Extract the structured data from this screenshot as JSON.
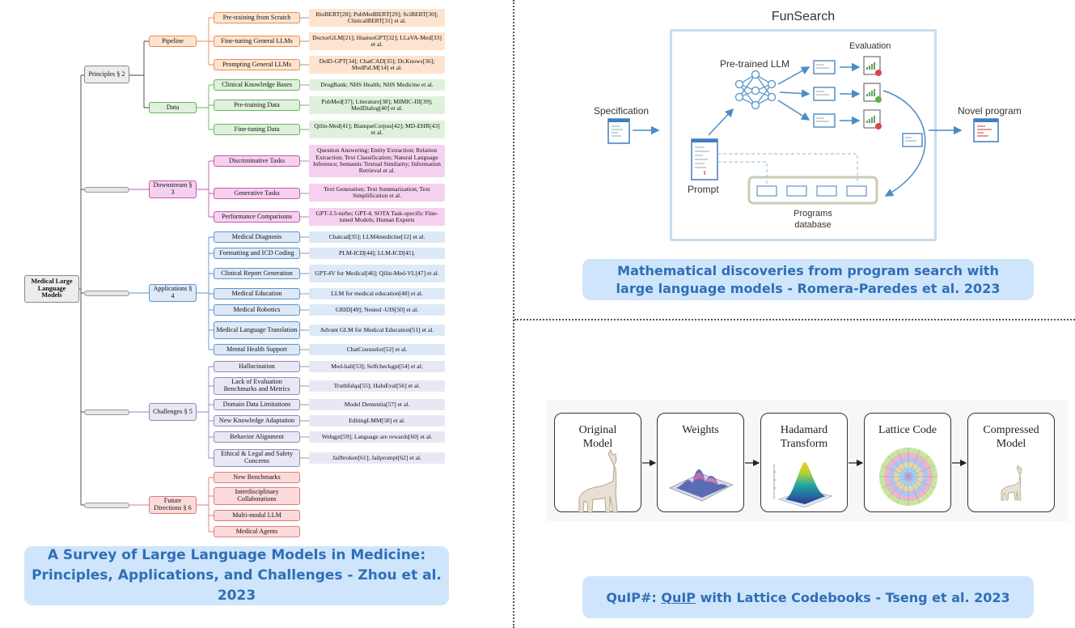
{
  "survey": {
    "root": "Medical Large Language Models",
    "sections": {
      "principles": "Principles § 2",
      "downstream": "Downstream § 3",
      "applications": "Applications § 4",
      "challenges": "Challenges § 5",
      "future": "Future Directions § 6"
    },
    "subs": {
      "pipeline": "Pipeline",
      "data": "Data"
    },
    "pipeline_items": [
      {
        "label": "Pre-training from Scratch",
        "refs": "BioBERT[28]; PubMedBERT[29]; SciBERT[30]; ClinicalBERT[31] et al."
      },
      {
        "label": "Fine-tuning General LLMs",
        "refs": "DoctorGLM[21]; HuatuoGPT[32]; LLaVA-Med[33] et al."
      },
      {
        "label": "Prompting General LLMs",
        "refs": "DelD-GPT[34]; ChatCAD[35]; Dr.Knows[36]; MedPaLM[14] et al."
      }
    ],
    "data_items": [
      {
        "label": "Clinical Knowledge Bases",
        "refs": "DrugBank; NHS Health; NHS Medicine et al."
      },
      {
        "label": "Pre-training Data",
        "refs": "PubMed[37]; Literature[38]; MIMIC-III[39]; MedDialog[40] et al."
      },
      {
        "label": "Fine-tuning Data",
        "refs": "Qilin-Med[41]; BianqueCorpus[42]; MD-EHR[43] et al."
      }
    ],
    "downstream_items": [
      {
        "label": "Discriminative Tasks",
        "refs": "Question Answering; Entity Extraction; Relation Extraction; Text Classification; Natural Language Inference; Semantic Textual Similarity; Information Retrieval et al."
      },
      {
        "label": "Generative Tasks",
        "refs": "Text Generation; Text Summarization; Text Simplification et al."
      },
      {
        "label": "Performance Comparisons",
        "refs": "GPT-3.5-turbo; GPT-4; SOTA Task-specific Fine-tuned Models; Human Experts"
      }
    ],
    "applications_items": [
      {
        "label": "Medical Diagnosis",
        "refs": "Chatcad[35]; LLM4medicine[12] et al."
      },
      {
        "label": "Formatting and ICD Coding",
        "refs": "PLM-ICD[44]; LLM-ICD[45]."
      },
      {
        "label": "Clinical Report Generation",
        "refs": "GPT-4V for Medical[46]; Qilin-Med-VL[47] et al."
      },
      {
        "label": "Medical Education",
        "refs": "LLM for medical education[48] et al."
      },
      {
        "label": "Medical Robotics",
        "refs": "GRID[49]; Nested -UIS[50] et al."
      },
      {
        "label": "Medical Language Translation",
        "refs": "Advant GLM for Medical Education[51] et al."
      },
      {
        "label": "Mental Health Support",
        "refs": "ChatCounselor[52] et al."
      }
    ],
    "challenges_items": [
      {
        "label": "Hallucination",
        "refs": "Med-halt[53]; Selfcheckgpt[54] et al;"
      },
      {
        "label": "Lack of Evaluation Benchmarks and Metrics",
        "refs": "Truthfulqa[55]; HaluEval[56] et al."
      },
      {
        "label": "Domain Data Limitations",
        "refs": "Model Dementia[57] et al."
      },
      {
        "label": "New Knowledge Adaptation",
        "refs": "EditingLMM[58] et al."
      },
      {
        "label": "Behavior Alignment",
        "refs": "Webgpt[59]; Language are rewards[60] et al."
      },
      {
        "label": "Ethical & Legal and Safety Concerns",
        "refs": "Jailbroken[61]; Jailprompt[62] et al."
      }
    ],
    "future_items": [
      "New Benchmarks",
      "Interdisciplinary Collaborations",
      "Multi-modal LLM",
      "Medical Agents"
    ],
    "caption_line1": "A Survey of Large Language Models in Medicine:",
    "caption_line2": "Principles, Applications, and Challenges - Zhou et al. 2023"
  },
  "funsearch": {
    "title": "FunSearch",
    "evaluation": "Evaluation",
    "llm": "Pre-trained LLM",
    "specification": "Specification",
    "novel_program": "Novel program",
    "prompt": "Prompt",
    "programs_line1": "Programs",
    "programs_line2": "database",
    "caption_line1": "Mathematical discoveries from program search with",
    "caption_line2": "large language models - Romera-Paredes et al. 2023"
  },
  "quip": {
    "boxes": [
      {
        "line1": "Original",
        "line2": "Model"
      },
      {
        "line1": "Weights",
        "line2": ""
      },
      {
        "line1": "Hadamard",
        "line2": "Transform"
      },
      {
        "line1": "Lattice Code",
        "line2": ""
      },
      {
        "line1": "Compressed",
        "line2": "Model"
      }
    ],
    "caption_prefix": "QuIP#: ",
    "caption_link": "QuIP",
    "caption_suffix": " with Lattice Codebooks - Tseng et al. 2023"
  },
  "colors": {
    "caption_bg": "#cfe5fb",
    "caption_text": "#2f6fb5",
    "orange": "#fde4cf",
    "green": "#dff1dc",
    "pink": "#f6d1ef",
    "blue": "#dde9f7",
    "lavender": "#e8e8f5",
    "red": "#fcdada"
  }
}
